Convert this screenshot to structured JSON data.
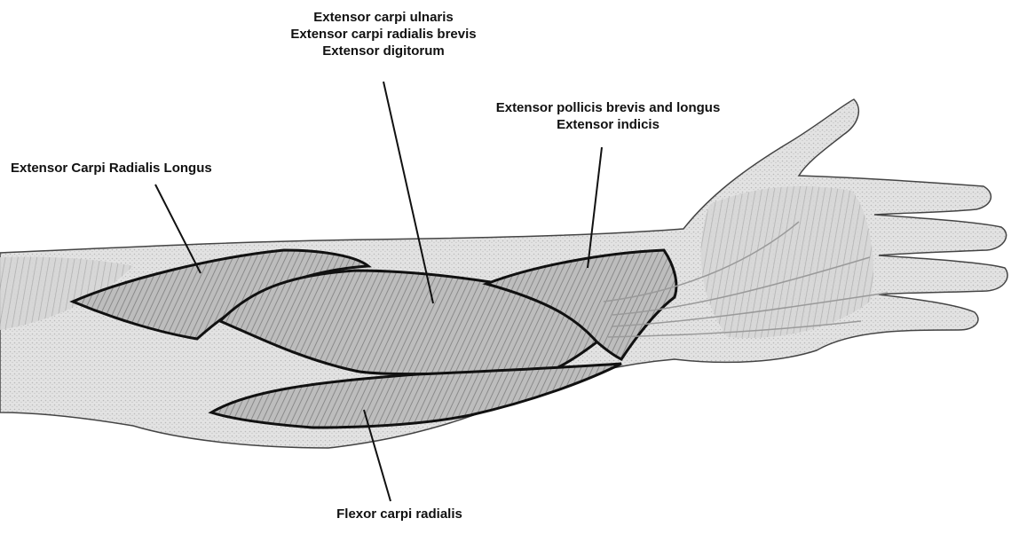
{
  "colors": {
    "outline": "#111111",
    "skin_light": "#e9e9e9",
    "skin_mid": "#c9c9c9",
    "muscle_dark": "#8f8f8f",
    "muscle_mid": "#b4b4b4",
    "background": "#ffffff"
  },
  "labels": {
    "top": [
      "Extensor carpi ulnaris",
      "Extensor carpi radialis brevis",
      "Extensor digitorum"
    ],
    "right": [
      "Extensor pollicis brevis and longus",
      "Extensor indicis"
    ],
    "left": "Extensor Carpi Radialis Longus",
    "bottom": "Flexor carpi radialis"
  }
}
